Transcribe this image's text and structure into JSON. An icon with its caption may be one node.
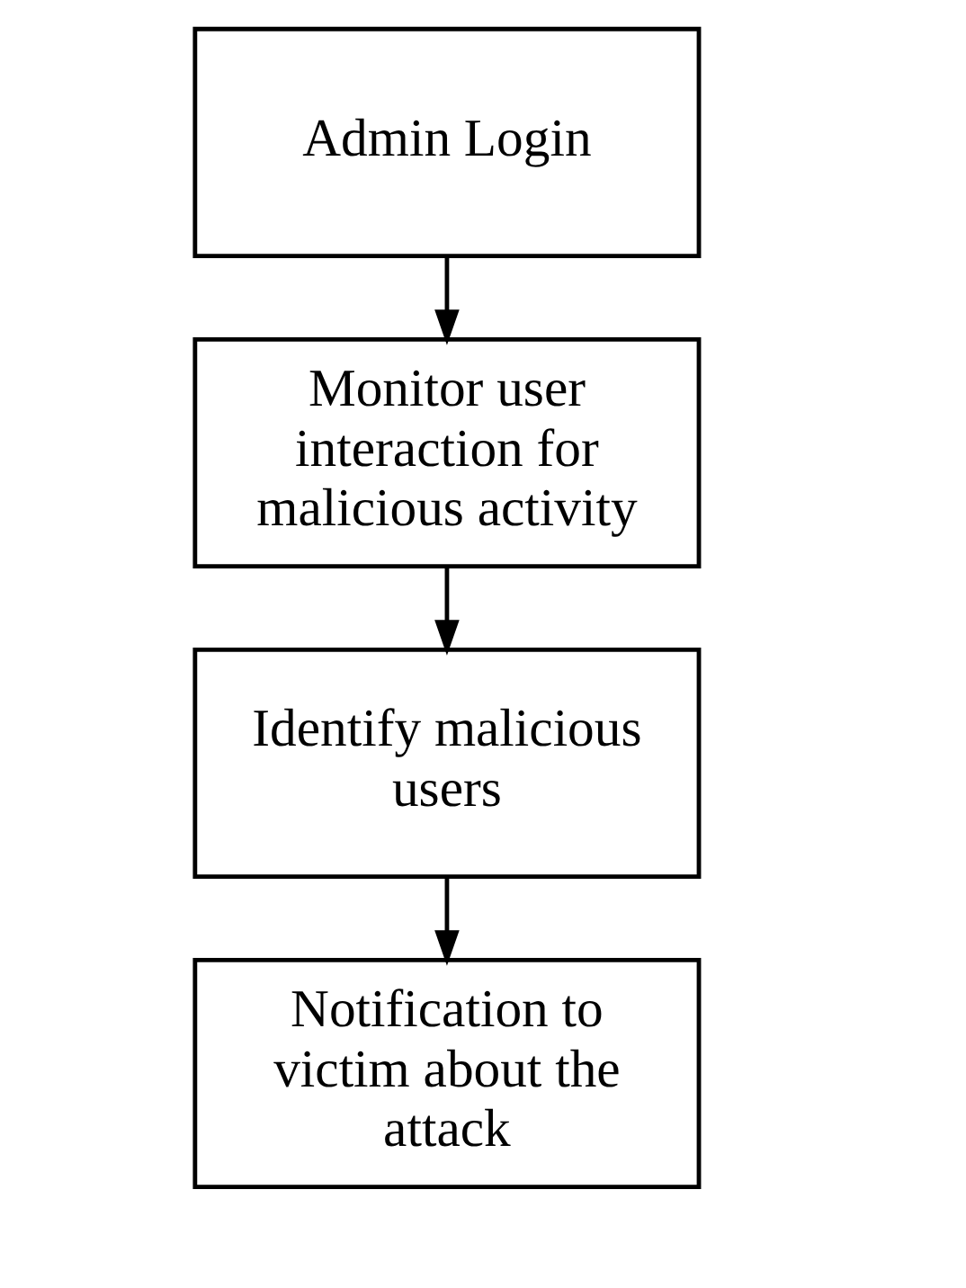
{
  "diagram": {
    "nodes": [
      {
        "text": [
          "Admin Login"
        ]
      },
      {
        "text": [
          "Monitor user interaction for malicious activity"
        ]
      },
      {
        "text": [
          "Identify malicious users"
        ]
      },
      {
        "text": [
          "Notification to victim about the attack"
        ]
      }
    ],
    "edges": [
      {
        "from": 0,
        "to": 1,
        "arrow": "to"
      },
      {
        "from": 1,
        "to": 2,
        "arrow": "to"
      },
      {
        "from": 2,
        "to": 3,
        "arrow": "to"
      }
    ]
  }
}
